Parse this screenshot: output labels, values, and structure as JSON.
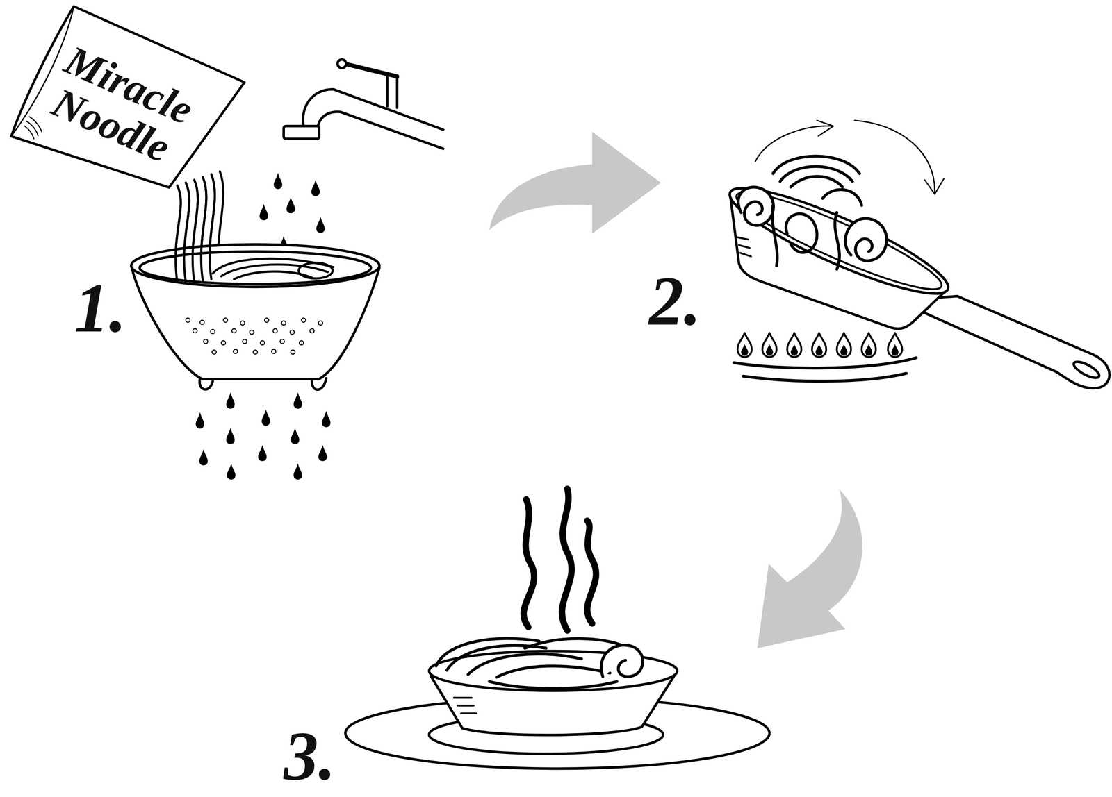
{
  "diagram": {
    "nodes": [
      {
        "text": [
          "Miracle Noodle"
        ]
      }
    ],
    "labels": [
      "1.",
      "2.",
      "3."
    ]
  }
}
